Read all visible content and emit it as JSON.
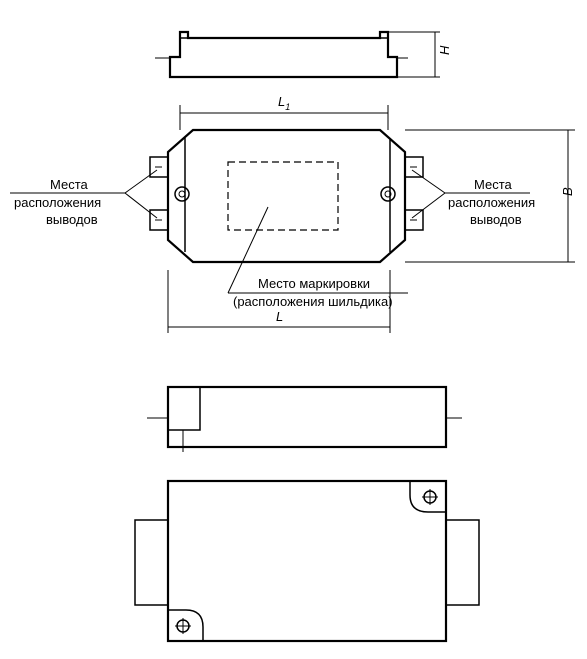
{
  "labels": {
    "terminals_left": [
      "Места",
      "расположения",
      "выводов"
    ],
    "terminals_right": [
      "Места",
      "расположения",
      "выводов"
    ],
    "marking_line1": "Место маркировки",
    "marking_line2": "(расположения шильдика)"
  },
  "dimensions": {
    "height": "H",
    "mount_length": "L",
    "mount_length_sub": "1",
    "width": "B",
    "length": "L"
  }
}
